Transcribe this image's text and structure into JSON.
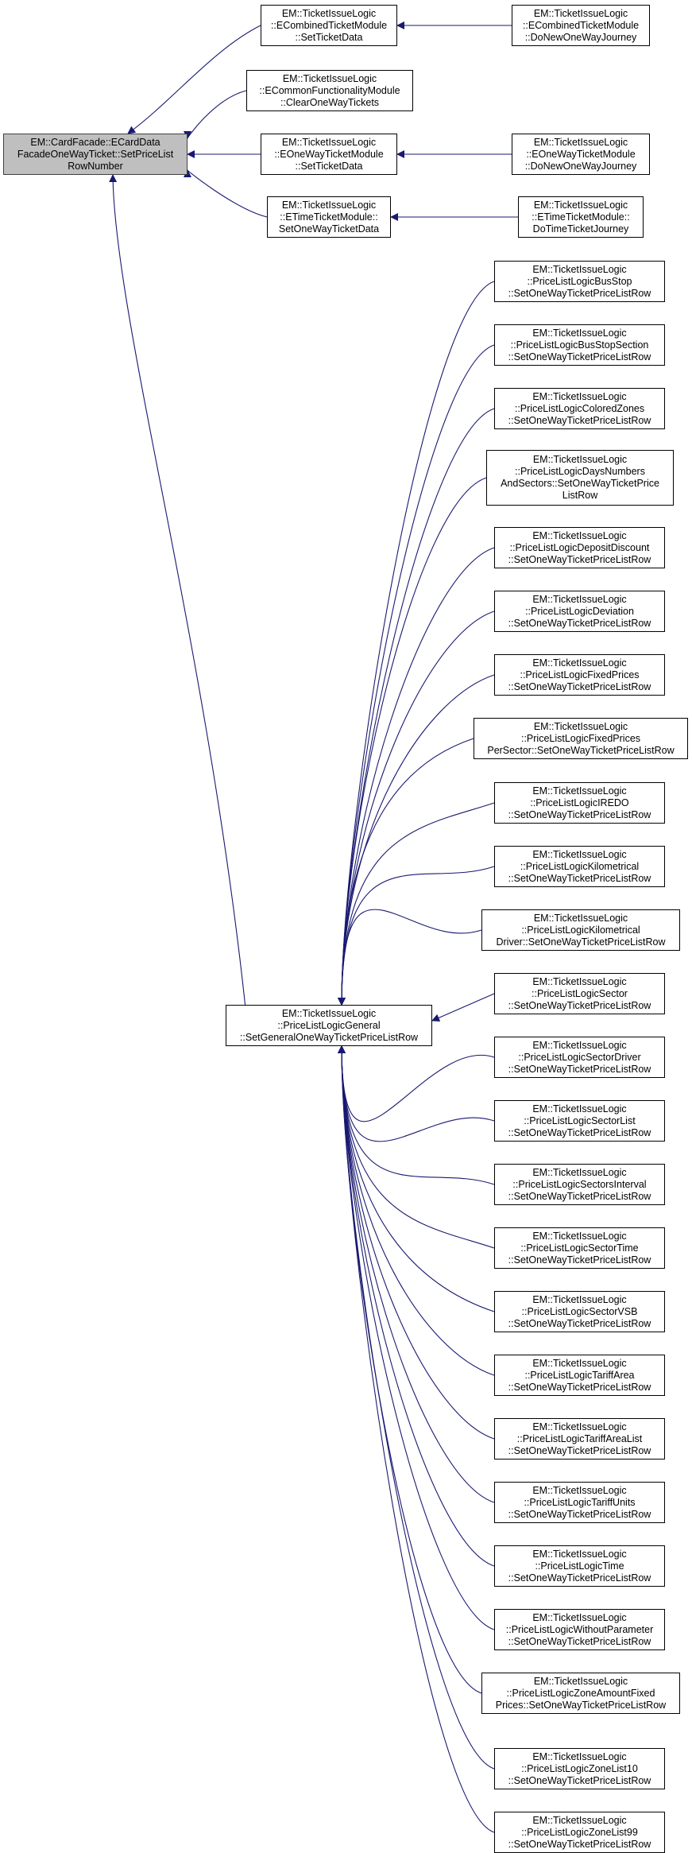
{
  "colors": {
    "edge": "#191970",
    "focus_fill": "#bfbfbf",
    "node_fill": "#ffffff",
    "border": "#000000"
  },
  "diagram": {
    "type": "caller-graph",
    "nodes": [
      {
        "id": "n0",
        "lines": [
          "EM::CardFacade::ECardData",
          "FacadeOneWayTicket::SetPriceList",
          "RowNumber"
        ],
        "focus": true
      },
      {
        "id": "n1",
        "lines": [
          "EM::TicketIssueLogic",
          "::ECombinedTicketModule",
          "::SetTicketData"
        ]
      },
      {
        "id": "n2",
        "lines": [
          "EM::TicketIssueLogic",
          "::ECombinedTicketModule",
          "::DoNewOneWayJourney"
        ]
      },
      {
        "id": "n3",
        "lines": [
          "EM::TicketIssueLogic",
          "::ECommonFunctionalityModule",
          "::ClearOneWayTickets"
        ]
      },
      {
        "id": "n4",
        "lines": [
          "EM::TicketIssueLogic",
          "::EOneWayTicketModule",
          "::SetTicketData"
        ]
      },
      {
        "id": "n5",
        "lines": [
          "EM::TicketIssueLogic",
          "::EOneWayTicketModule",
          "::DoNewOneWayJourney"
        ]
      },
      {
        "id": "n6",
        "lines": [
          "EM::TicketIssueLogic",
          "::ETimeTicketModule::",
          "SetOneWayTicketData"
        ]
      },
      {
        "id": "n7",
        "lines": [
          "EM::TicketIssueLogic",
          "::ETimeTicketModule::",
          "DoTimeTicketJourney"
        ]
      },
      {
        "id": "n8",
        "lines": [
          "EM::TicketIssueLogic",
          "::PriceListLogicGeneral",
          "::SetGeneralOneWayTicketPriceListRow"
        ]
      },
      {
        "id": "p0",
        "lines": [
          "EM::TicketIssueLogic",
          "::PriceListLogicBusStop",
          "::SetOneWayTicketPriceListRow"
        ]
      },
      {
        "id": "p1",
        "lines": [
          "EM::TicketIssueLogic",
          "::PriceListLogicBusStopSection",
          "::SetOneWayTicketPriceListRow"
        ]
      },
      {
        "id": "p2",
        "lines": [
          "EM::TicketIssueLogic",
          "::PriceListLogicColoredZones",
          "::SetOneWayTicketPriceListRow"
        ]
      },
      {
        "id": "p3",
        "lines": [
          "EM::TicketIssueLogic",
          "::PriceListLogicDaysNumbers",
          "AndSectors::SetOneWayTicketPrice",
          "ListRow"
        ]
      },
      {
        "id": "p4",
        "lines": [
          "EM::TicketIssueLogic",
          "::PriceListLogicDepositDiscount",
          "::SetOneWayTicketPriceListRow"
        ]
      },
      {
        "id": "p5",
        "lines": [
          "EM::TicketIssueLogic",
          "::PriceListLogicDeviation",
          "::SetOneWayTicketPriceListRow"
        ]
      },
      {
        "id": "p6",
        "lines": [
          "EM::TicketIssueLogic",
          "::PriceListLogicFixedPrices",
          "::SetOneWayTicketPriceListRow"
        ]
      },
      {
        "id": "p7",
        "lines": [
          "EM::TicketIssueLogic",
          "::PriceListLogicFixedPrices",
          "PerSector::SetOneWayTicketPriceListRow"
        ]
      },
      {
        "id": "p8",
        "lines": [
          "EM::TicketIssueLogic",
          "::PriceListLogicIREDO",
          "::SetOneWayTicketPriceListRow"
        ]
      },
      {
        "id": "p9",
        "lines": [
          "EM::TicketIssueLogic",
          "::PriceListLogicKilometrical",
          "::SetOneWayTicketPriceListRow"
        ]
      },
      {
        "id": "p10",
        "lines": [
          "EM::TicketIssueLogic",
          "::PriceListLogicKilometrical",
          "Driver::SetOneWayTicketPriceListRow"
        ]
      },
      {
        "id": "p11",
        "lines": [
          "EM::TicketIssueLogic",
          "::PriceListLogicSector",
          "::SetOneWayTicketPriceListRow"
        ]
      },
      {
        "id": "p12",
        "lines": [
          "EM::TicketIssueLogic",
          "::PriceListLogicSectorDriver",
          "::SetOneWayTicketPriceListRow"
        ]
      },
      {
        "id": "p13",
        "lines": [
          "EM::TicketIssueLogic",
          "::PriceListLogicSectorList",
          "::SetOneWayTicketPriceListRow"
        ]
      },
      {
        "id": "p14",
        "lines": [
          "EM::TicketIssueLogic",
          "::PriceListLogicSectorsInterval",
          "::SetOneWayTicketPriceListRow"
        ]
      },
      {
        "id": "p15",
        "lines": [
          "EM::TicketIssueLogic",
          "::PriceListLogicSectorTime",
          "::SetOneWayTicketPriceListRow"
        ]
      },
      {
        "id": "p16",
        "lines": [
          "EM::TicketIssueLogic",
          "::PriceListLogicSectorVSB",
          "::SetOneWayTicketPriceListRow"
        ]
      },
      {
        "id": "p17",
        "lines": [
          "EM::TicketIssueLogic",
          "::PriceListLogicTariffArea",
          "::SetOneWayTicketPriceListRow"
        ]
      },
      {
        "id": "p18",
        "lines": [
          "EM::TicketIssueLogic",
          "::PriceListLogicTariffAreaList",
          "::SetOneWayTicketPriceListRow"
        ]
      },
      {
        "id": "p19",
        "lines": [
          "EM::TicketIssueLogic",
          "::PriceListLogicTariffUnits",
          "::SetOneWayTicketPriceListRow"
        ]
      },
      {
        "id": "p20",
        "lines": [
          "EM::TicketIssueLogic",
          "::PriceListLogicTime",
          "::SetOneWayTicketPriceListRow"
        ]
      },
      {
        "id": "p21",
        "lines": [
          "EM::TicketIssueLogic",
          "::PriceListLogicWithoutParameter",
          "::SetOneWayTicketPriceListRow"
        ]
      },
      {
        "id": "p22",
        "lines": [
          "EM::TicketIssueLogic",
          "::PriceListLogicZoneAmountFixed",
          "Prices::SetOneWayTicketPriceListRow"
        ]
      },
      {
        "id": "p23",
        "lines": [
          "EM::TicketIssueLogic",
          "::PriceListLogicZoneList10",
          "::SetOneWayTicketPriceListRow"
        ]
      },
      {
        "id": "p24",
        "lines": [
          "EM::TicketIssueLogic",
          "::PriceListLogicZoneList99",
          "::SetOneWayTicketPriceListRow"
        ]
      }
    ],
    "edges": [
      {
        "from": "n1",
        "to": "n0"
      },
      {
        "from": "n3",
        "to": "n0"
      },
      {
        "from": "n4",
        "to": "n0"
      },
      {
        "from": "n6",
        "to": "n0"
      },
      {
        "from": "n8",
        "to": "n0"
      },
      {
        "from": "n2",
        "to": "n1"
      },
      {
        "from": "n5",
        "to": "n4"
      },
      {
        "from": "n7",
        "to": "n6"
      },
      {
        "from": "p0",
        "to": "n8"
      },
      {
        "from": "p1",
        "to": "n8"
      },
      {
        "from": "p2",
        "to": "n8"
      },
      {
        "from": "p3",
        "to": "n8"
      },
      {
        "from": "p4",
        "to": "n8"
      },
      {
        "from": "p5",
        "to": "n8"
      },
      {
        "from": "p6",
        "to": "n8"
      },
      {
        "from": "p7",
        "to": "n8"
      },
      {
        "from": "p8",
        "to": "n8"
      },
      {
        "from": "p9",
        "to": "n8"
      },
      {
        "from": "p10",
        "to": "n8"
      },
      {
        "from": "p11",
        "to": "n8"
      },
      {
        "from": "p12",
        "to": "n8"
      },
      {
        "from": "p13",
        "to": "n8"
      },
      {
        "from": "p14",
        "to": "n8"
      },
      {
        "from": "p15",
        "to": "n8"
      },
      {
        "from": "p16",
        "to": "n8"
      },
      {
        "from": "p17",
        "to": "n8"
      },
      {
        "from": "p18",
        "to": "n8"
      },
      {
        "from": "p19",
        "to": "n8"
      },
      {
        "from": "p20",
        "to": "n8"
      },
      {
        "from": "p21",
        "to": "n8"
      },
      {
        "from": "p22",
        "to": "n8"
      },
      {
        "from": "p23",
        "to": "n8"
      },
      {
        "from": "p24",
        "to": "n8"
      }
    ]
  }
}
